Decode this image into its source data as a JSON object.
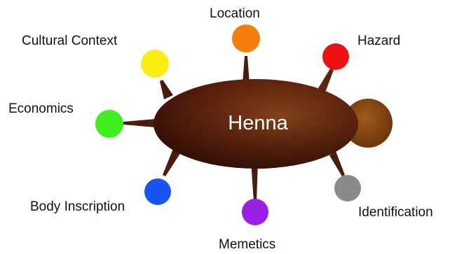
{
  "center": {
    "label": "Henna",
    "body_color_dark": "#3a0e06",
    "body_color_light": "#8e4a1c",
    "knob_color": "#8a4a14"
  },
  "nodes": {
    "location": {
      "label": "Location",
      "color": "#f47d0c"
    },
    "hazard": {
      "label": "Hazard",
      "color": "#ee1111"
    },
    "cultural_context": {
      "label": "Cultural Context",
      "color": "#f8ee12"
    },
    "economics": {
      "label": "Economics",
      "color": "#40ee20"
    },
    "body_inscription": {
      "label": "Body Inscription",
      "color": "#1656ee"
    },
    "memetics": {
      "label": "Memetics",
      "color": "#9a1ee6"
    },
    "identification": {
      "label": "Identification",
      "color": "#8a8a8a"
    }
  }
}
